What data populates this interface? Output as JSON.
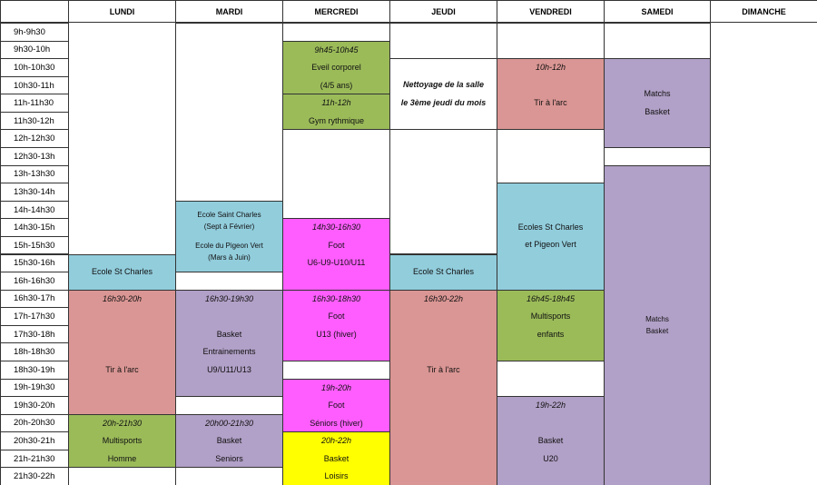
{
  "days": [
    "LUNDI",
    "MARDI",
    "MERCREDI",
    "JEUDI",
    "VENDREDI",
    "SAMEDI",
    "DIMANCHE"
  ],
  "times": [
    "9h-9h30",
    "9h30-10h",
    "10h-10h30",
    "10h30-11h",
    "11h-11h30",
    "11h30-12h",
    "12h-12h30",
    "12h30-13h",
    "13h-13h30",
    "13h30-14h",
    "14h-14h30",
    "14h30-15h",
    "15h-15h30",
    "15h30-16h",
    "16h-16h30",
    "16h30-17h",
    "17h-17h30",
    "17h30-18h",
    "18h-18h30",
    "18h30-19h",
    "19h-19h30",
    "19h30-20h",
    "20h-20h30",
    "20h30-21h",
    "21h-21h30",
    "21h30-22h"
  ],
  "colors": {
    "green": "#9bbb59",
    "blue": "#92cddc",
    "red": "#da9694",
    "purple": "#b1a0c7",
    "magenta": "#ff5dff",
    "yellow": "#ffff00",
    "white": "#ffffff"
  },
  "events": [
    {
      "day": 0,
      "start": 13,
      "end": 15,
      "color": "blue",
      "lines": [
        "Ecole St Charles"
      ]
    },
    {
      "day": 0,
      "start": 15,
      "end": 22,
      "color": "red",
      "time": "16h30-20h",
      "lines": [
        "",
        "",
        "",
        "Tir à l'arc"
      ]
    },
    {
      "day": 0,
      "start": 22,
      "end": 25,
      "color": "green",
      "time": "20h-21h30",
      "lines": [
        "Multisports",
        "Homme"
      ]
    },
    {
      "day": 0,
      "start": 25,
      "end": 26,
      "color": "white",
      "lines": []
    },
    {
      "day": 1,
      "start": 0,
      "end": 10,
      "color": "white",
      "lines": []
    },
    {
      "day": 1,
      "start": 10,
      "end": 14,
      "color": "blue",
      "small": true,
      "lines": [
        "Ecole Saint Charles",
        "(Sept à Février)",
        " ",
        "Ecole du Pigeon Vert",
        "(Mars à Juin)"
      ]
    },
    {
      "day": 1,
      "start": 14,
      "end": 15,
      "color": "white",
      "lines": []
    },
    {
      "day": 1,
      "start": 15,
      "end": 21,
      "color": "purple",
      "time": "16h30-19h30",
      "lines": [
        "",
        "Basket",
        "Entrainements",
        "U9/U11/U13"
      ]
    },
    {
      "day": 1,
      "start": 21,
      "end": 22,
      "color": "white",
      "lines": []
    },
    {
      "day": 1,
      "start": 22,
      "end": 25,
      "color": "purple",
      "time": "20h00-21h30",
      "lines": [
        "Basket",
        "Seniors"
      ]
    },
    {
      "day": 1,
      "start": 25,
      "end": 26,
      "color": "white",
      "lines": []
    },
    {
      "day": 2,
      "start": 0,
      "end": 1,
      "color": "white",
      "lines": []
    },
    {
      "day": 2,
      "start": 1,
      "end": 4,
      "color": "green",
      "time": "9h45-10h45",
      "lines": [
        "Eveil corporel",
        "(4/5 ans)"
      ]
    },
    {
      "day": 2,
      "start": 4,
      "end": 6,
      "color": "green",
      "time": "11h-12h",
      "lines": [
        "Gym rythmique"
      ]
    },
    {
      "day": 2,
      "start": 6,
      "end": 11,
      "color": "white",
      "lines": []
    },
    {
      "day": 2,
      "start": 11,
      "end": 15,
      "color": "magenta",
      "time": "14h30-16h30",
      "lines": [
        "Foot",
        "U6-U9-U10/U11"
      ]
    },
    {
      "day": 2,
      "start": 15,
      "end": 19,
      "color": "magenta",
      "time": "16h30-18h30",
      "lines": [
        "Foot",
        "U13 (hiver)"
      ]
    },
    {
      "day": 2,
      "start": 19,
      "end": 20,
      "color": "white",
      "lines": []
    },
    {
      "day": 2,
      "start": 20,
      "end": 23,
      "color": "magenta",
      "time": "19h-20h",
      "lines": [
        "Foot",
        "Séniors (hiver)"
      ]
    },
    {
      "day": 2,
      "start": 23,
      "end": 26,
      "color": "yellow",
      "time": "20h-22h",
      "lines": [
        "Basket",
        "Loisirs"
      ]
    },
    {
      "day": 3,
      "start": 0,
      "end": 2,
      "color": "white",
      "lines": []
    },
    {
      "day": 3,
      "start": 2,
      "end": 6,
      "color": "white",
      "bi": true,
      "lines": [
        "Nettoyage de la salle",
        "le 3ème jeudi du mois"
      ]
    },
    {
      "day": 3,
      "start": 6,
      "end": 13,
      "color": "white",
      "lines": []
    },
    {
      "day": 3,
      "start": 13,
      "end": 15,
      "color": "blue",
      "lines": [
        "Ecole St Charles"
      ]
    },
    {
      "day": 3,
      "start": 15,
      "end": 26,
      "color": "red",
      "time": "16h30-22h",
      "lines": [
        "",
        "",
        "",
        "Tir à l'arc"
      ]
    },
    {
      "day": 4,
      "start": 0,
      "end": 2,
      "color": "white",
      "lines": []
    },
    {
      "day": 4,
      "start": 2,
      "end": 6,
      "color": "red",
      "time": "10h-12h",
      "lines": [
        "",
        "Tir à l'arc"
      ]
    },
    {
      "day": 4,
      "start": 6,
      "end": 9,
      "color": "white",
      "lines": []
    },
    {
      "day": 4,
      "start": 9,
      "end": 15,
      "color": "blue",
      "lines": [
        "Ecoles St Charles",
        "et Pigeon Vert"
      ]
    },
    {
      "day": 4,
      "start": 15,
      "end": 19,
      "color": "green",
      "time": "16h45-18h45",
      "lines": [
        "Multisports",
        "enfants"
      ]
    },
    {
      "day": 4,
      "start": 19,
      "end": 21,
      "color": "white",
      "lines": []
    },
    {
      "day": 4,
      "start": 21,
      "end": 26,
      "color": "purple",
      "time": "19h-22h",
      "lines": [
        "",
        "Basket",
        "U20"
      ]
    },
    {
      "day": 5,
      "start": 0,
      "end": 2,
      "color": "white",
      "lines": []
    },
    {
      "day": 5,
      "start": 2,
      "end": 7,
      "color": "purple",
      "lines": [
        "Matchs",
        "Basket"
      ]
    },
    {
      "day": 5,
      "start": 7,
      "end": 8,
      "color": "white",
      "lines": []
    },
    {
      "day": 5,
      "start": 8,
      "end": 26,
      "color": "purple",
      "small": true,
      "lines": [
        "Matchs",
        "Basket"
      ]
    }
  ]
}
